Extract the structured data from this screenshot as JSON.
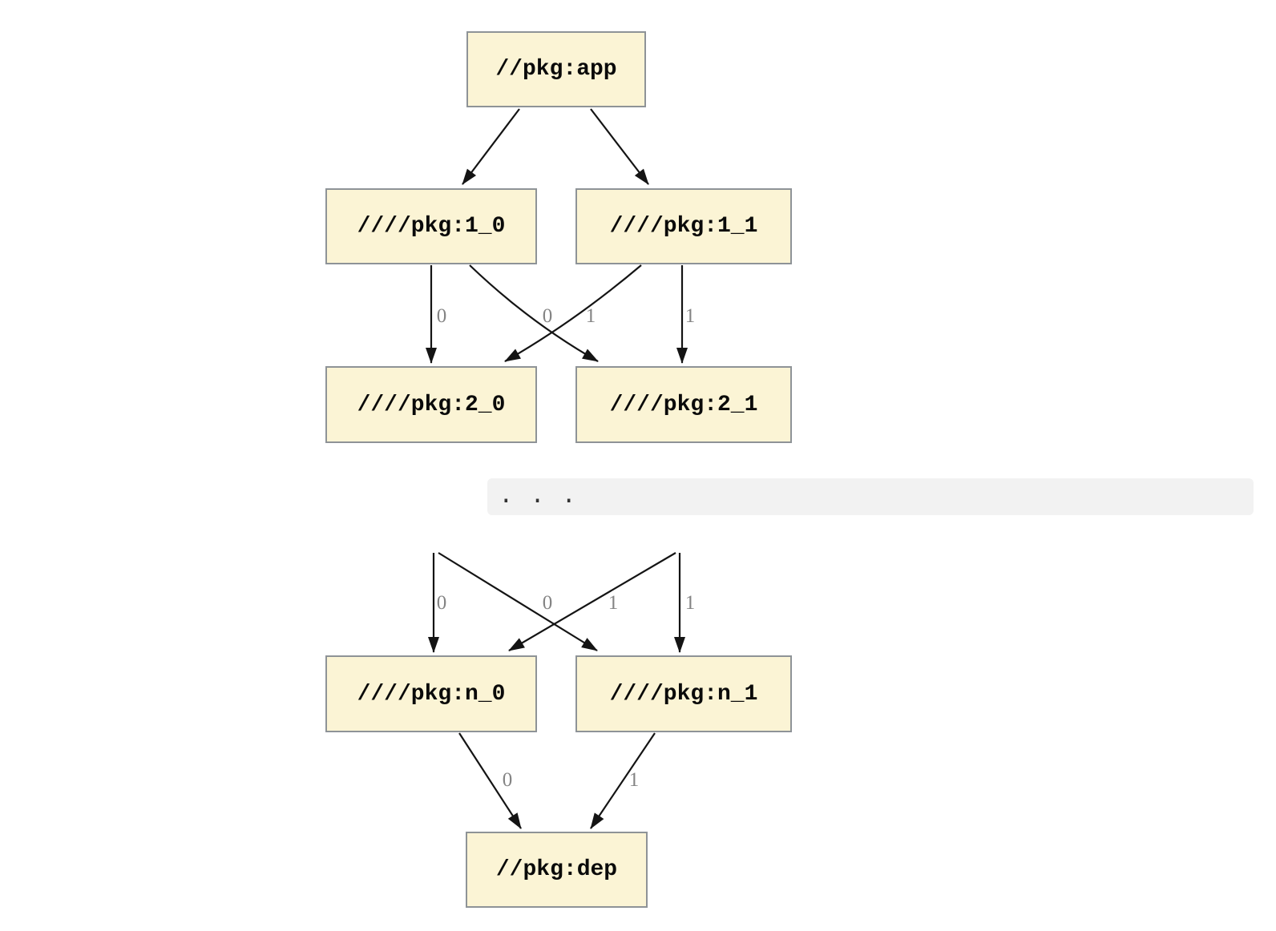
{
  "diagram": {
    "kind": "build-dependency-graph",
    "nodes": {
      "app": {
        "label": "//pkg:app"
      },
      "l1_0": {
        "label": "////pkg:1_0"
      },
      "l1_1": {
        "label": "////pkg:1_1"
      },
      "l2_0": {
        "label": "////pkg:2_0"
      },
      "l2_1": {
        "label": "////pkg:2_1"
      },
      "ln_0": {
        "label": "////pkg:n_0"
      },
      "ln_1": {
        "label": "////pkg:n_1"
      },
      "dep": {
        "label": "//pkg:dep"
      }
    },
    "ellipsis": ". . .",
    "edge_labels": [
      {
        "text": "0",
        "edge": "1_0-to-2_0"
      },
      {
        "text": "0",
        "edge": "1_1-to-2_0"
      },
      {
        "text": "1",
        "edge": "1_0-to-2_1"
      },
      {
        "text": "1",
        "edge": "1_1-to-2_1"
      },
      {
        "text": "0",
        "edge": "prev-to-n_0"
      },
      {
        "text": "0",
        "edge": "prev-to-n_0-cross"
      },
      {
        "text": "1",
        "edge": "prev-to-n_1-cross"
      },
      {
        "text": "1",
        "edge": "prev-to-n_1"
      },
      {
        "text": "0",
        "edge": "n_0-to-dep"
      },
      {
        "text": "1",
        "edge": "n_1-to-dep"
      }
    ],
    "colors": {
      "node_fill": "#FBF4D5",
      "node_border": "#8E9397",
      "edge_stroke": "#141414",
      "edge_label": "#848484",
      "band_bg": "#F2F2F2",
      "band_text": "#333333",
      "page_bg": "#FFFFFF"
    }
  }
}
